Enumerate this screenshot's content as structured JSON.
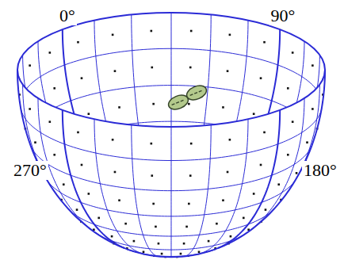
{
  "diagram": {
    "labels": [
      "0°",
      "90°",
      "270°",
      "180°"
    ]
  }
}
